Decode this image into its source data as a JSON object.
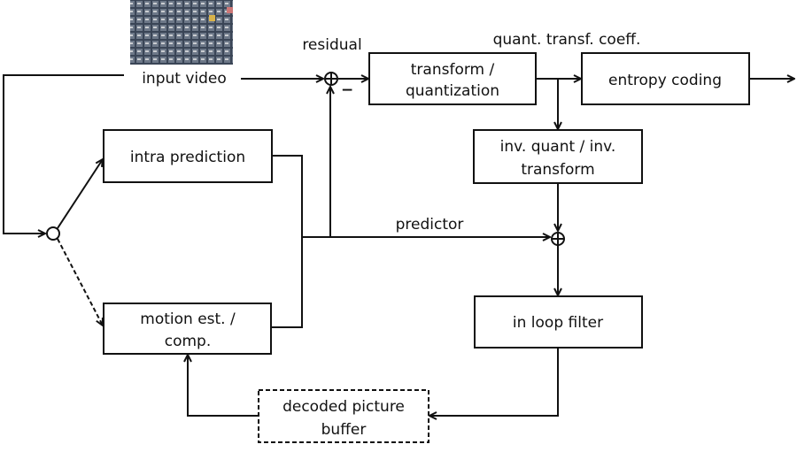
{
  "labels": {
    "input_video": "input video",
    "residual": "residual",
    "minus": "−",
    "quant_coeff": "quant. transf. coeff.",
    "predictor": "predictor"
  },
  "blocks": {
    "transform": [
      "transform /",
      "quantization"
    ],
    "entropy": [
      "entropy coding"
    ],
    "inverse": [
      "inv. quant / inv.",
      "transform"
    ],
    "intra": [
      "intra prediction"
    ],
    "motion": [
      "motion est. /",
      "comp."
    ],
    "loop_filter": [
      "in loop filter"
    ],
    "dpb": [
      "decoded picture",
      "buffer"
    ]
  },
  "colors": {
    "line": "#111111",
    "thumbnail_bg": "#2a3342"
  }
}
